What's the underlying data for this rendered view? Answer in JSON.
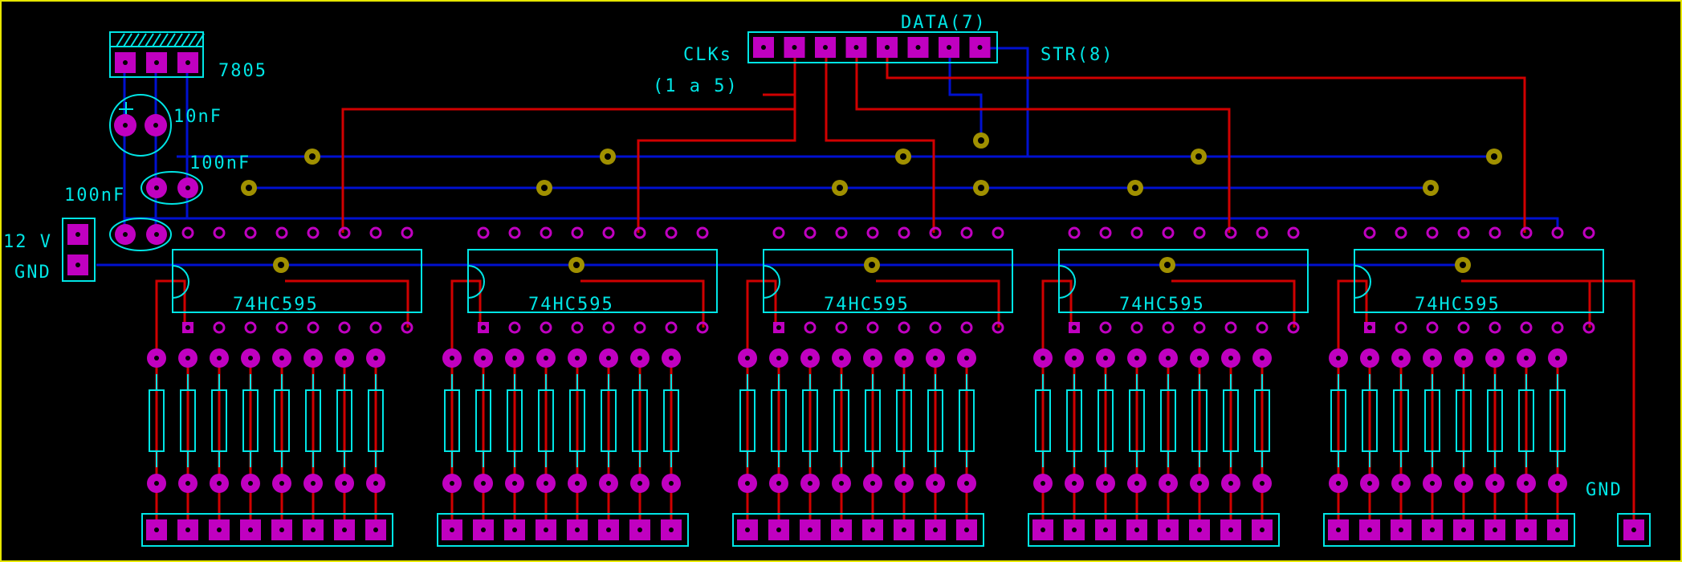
{
  "colors": {
    "background": "#000000",
    "board_outline": "#e6e600",
    "silkscreen": "#00e5e5",
    "pad": "#c000c0",
    "via": "#a09000",
    "trace_top": "#d00000",
    "trace_bottom": "#0010d0"
  },
  "labels": {
    "data": "DATA(7)",
    "clks": "CLKs",
    "clks_range": "(1 a 5)",
    "str": "STR(8)",
    "regulator": "7805",
    "cap_10nf": "10nF",
    "cap_100nf_a": "100nF",
    "cap_100nf_b": "100nF",
    "power_12v": "12 V",
    "power_gnd": "GND",
    "gnd_right": "GND"
  },
  "ic_label": "74HC595",
  "modules": [
    {
      "id": 1,
      "chip": "74HC595"
    },
    {
      "id": 2,
      "chip": "74HC595"
    },
    {
      "id": 3,
      "chip": "74HC595"
    },
    {
      "id": 4,
      "chip": "74HC595"
    },
    {
      "id": 5,
      "chip": "74HC595"
    }
  ],
  "channels_per_module": 8,
  "main_header_pins": 8,
  "regulator_pins": 3,
  "power_connector_pins": 2
}
